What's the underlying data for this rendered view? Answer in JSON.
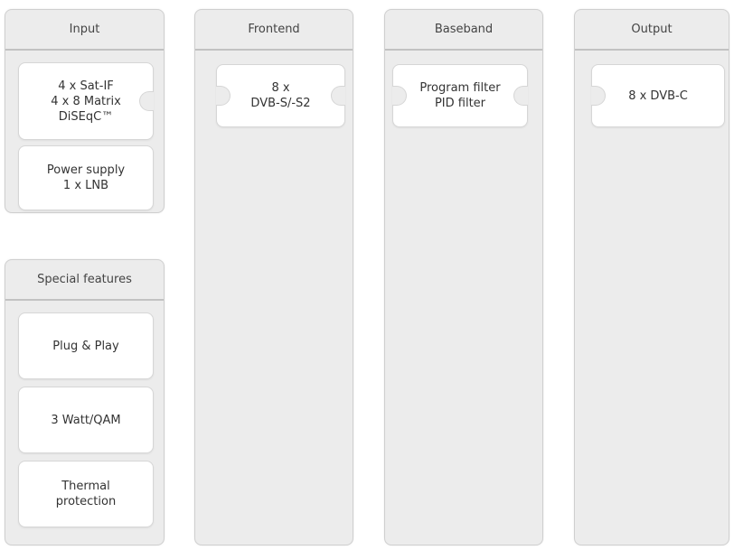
{
  "columns": {
    "input": {
      "title": "Input",
      "cards": [
        "4 x Sat-IF\n4 x 8 Matrix\nDiSEqC™",
        "Power supply\n1 x LNB"
      ]
    },
    "frontend": {
      "title": "Frontend",
      "cards": [
        "8 x\nDVB-S/-S2"
      ]
    },
    "baseband": {
      "title": "Baseband",
      "cards": [
        "Program filter\nPID filter"
      ]
    },
    "output": {
      "title": "Output",
      "cards": [
        "8 x DVB-C"
      ]
    }
  },
  "special_features": {
    "title": "Special features",
    "cards": [
      "Plug & Play",
      "3 Watt/QAM",
      "Thermal\nprotection"
    ]
  }
}
